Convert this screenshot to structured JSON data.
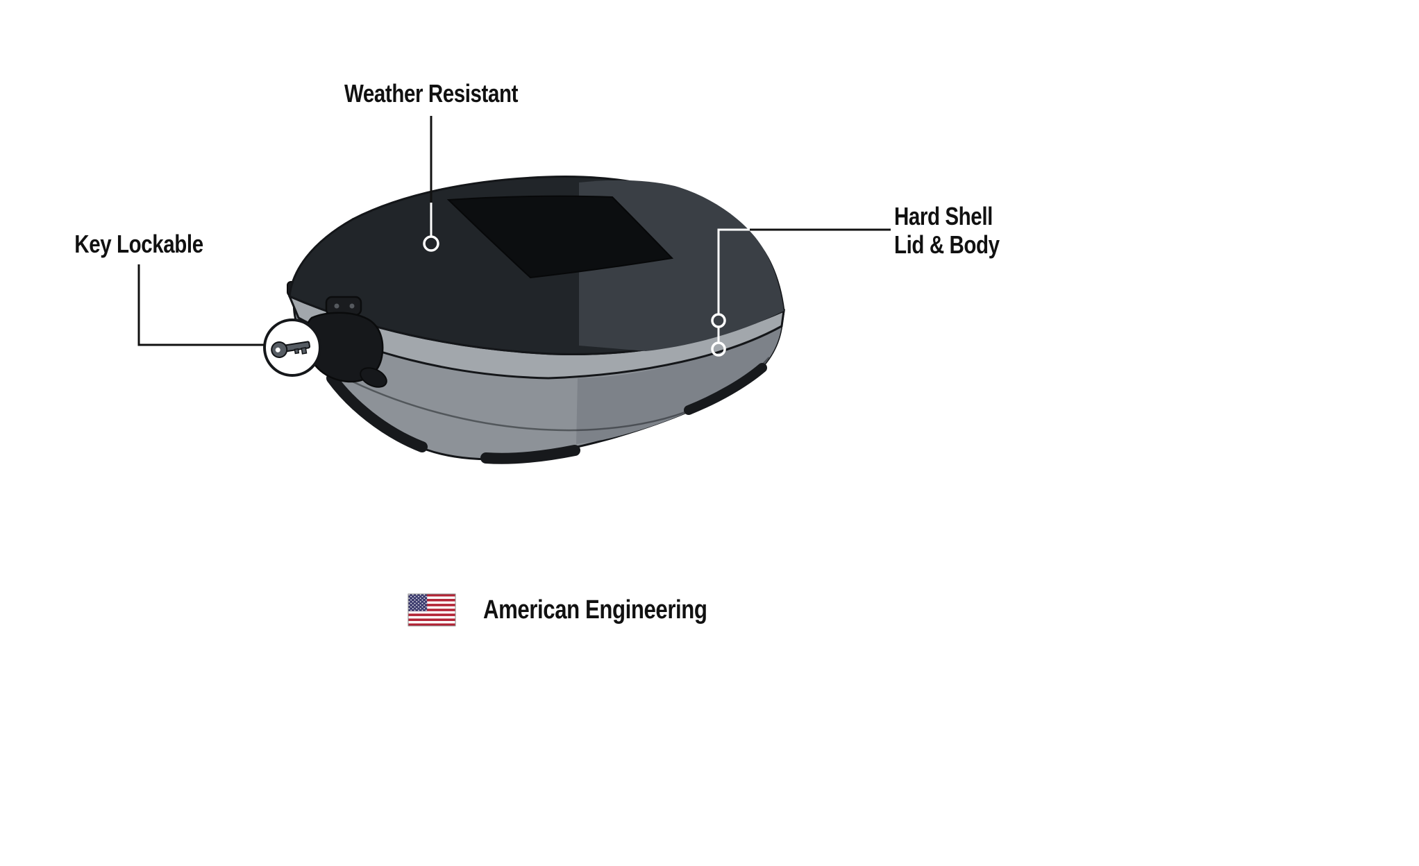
{
  "callouts": {
    "weather": {
      "label": "Weather Resistant"
    },
    "key_lockable": {
      "label": "Key Lockable"
    },
    "hard_shell": {
      "label_line1": "Hard Shell",
      "label_line2": "Lid & Body"
    }
  },
  "footer": {
    "label": "American Engineering",
    "icon": "us-flag-icon"
  },
  "icons": {
    "flag": "us-flag-icon",
    "key": "key-icon",
    "lock": "lock-icon",
    "callout_point": "callout-point-circle"
  },
  "colors": {
    "background": "#ffffff",
    "text": "#111111",
    "callout_line_dark": "#111111",
    "callout_line_light": "#ffffff",
    "outline": "#141619",
    "lid_dark": "#212529",
    "lid_highlight": "#3a3f45",
    "top_panel_black": "#0c0e10",
    "rim_gray": "#a2a7ac",
    "body_gray": "#8d9298",
    "body_shade": "#7d8289",
    "trim_dark": "#17191c",
    "lock_black": "#16181b",
    "key_metal": "#565c63",
    "flag_red": "#B22234",
    "flag_white": "#ffffff",
    "flag_blue": "#3C3B6E"
  }
}
